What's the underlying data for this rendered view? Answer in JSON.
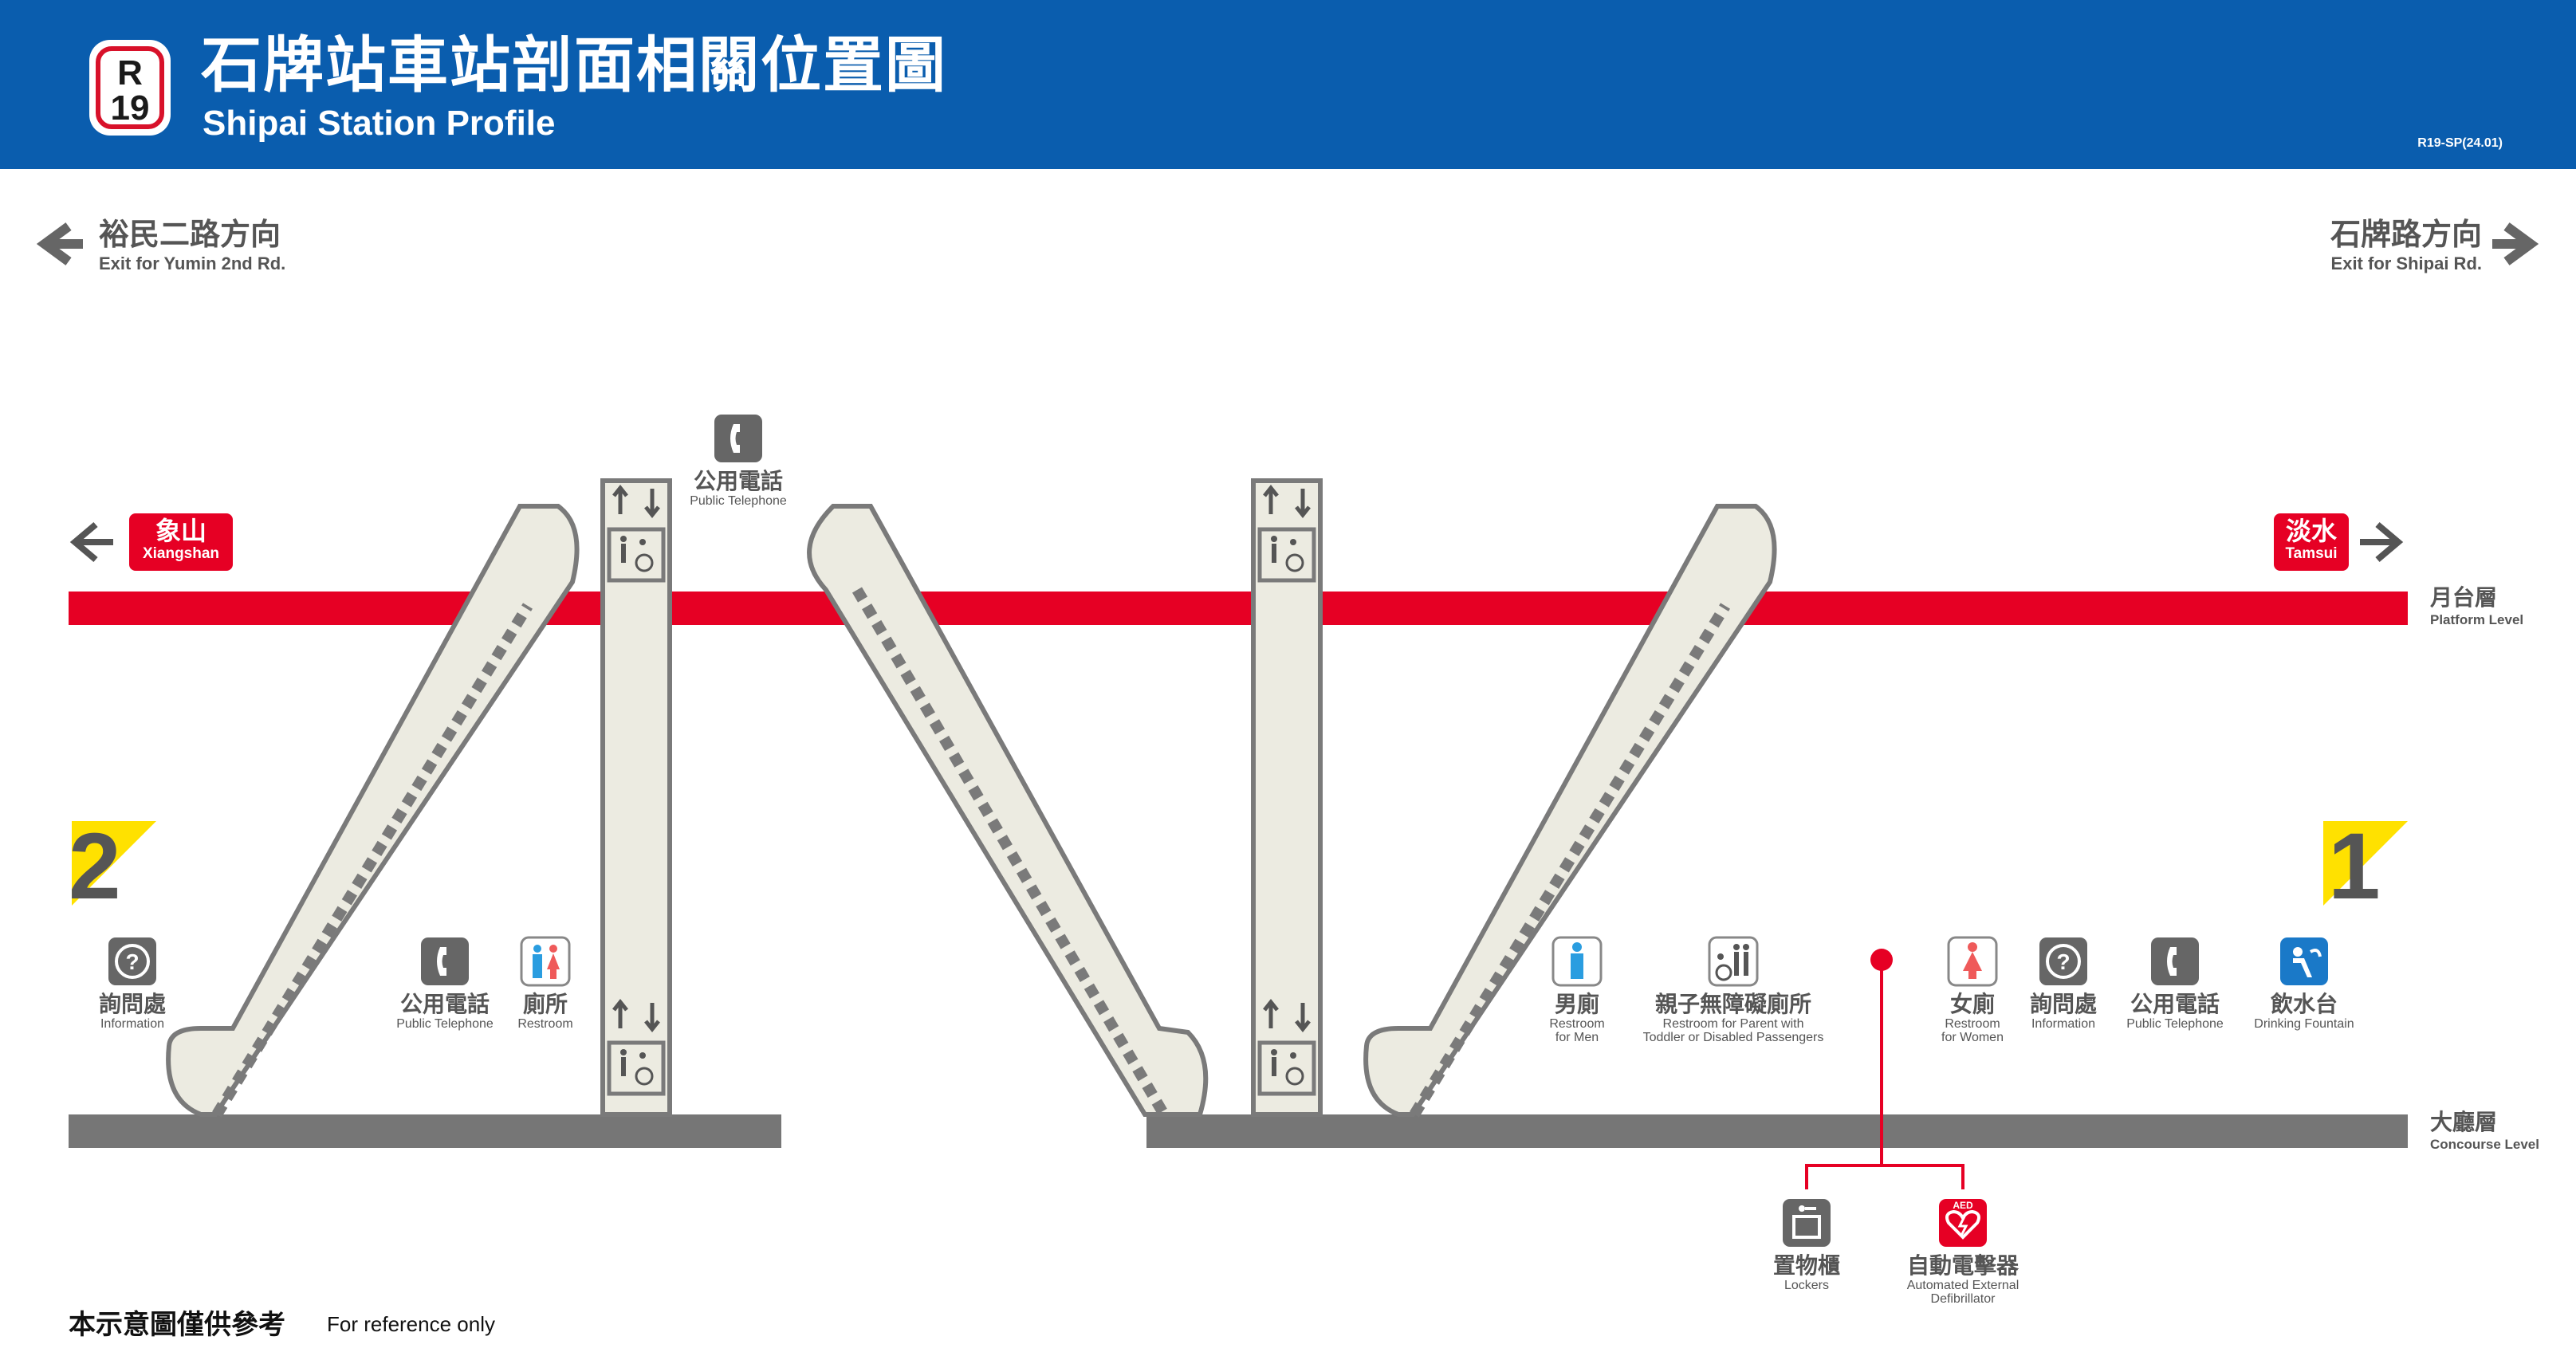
{
  "header": {
    "station_code_line": "R",
    "station_code_number": "19",
    "title_zh": "石牌站車站剖面相關位置圖",
    "title_en": "Shipai Station Profile",
    "doc_code": "R19-SP(24.01)"
  },
  "exits": {
    "left": {
      "zh": "裕民二路方向",
      "en": "Exit for Yumin 2nd Rd."
    },
    "right": {
      "zh": "石牌路方向",
      "en": "Exit for Shipai Rd."
    }
  },
  "directions": {
    "left": {
      "zh": "象山",
      "en": "Xiangshan"
    },
    "right": {
      "zh": "淡水",
      "en": "Tamsui"
    }
  },
  "levels": {
    "platform": {
      "zh": "月台層",
      "en": "Platform Level"
    },
    "concourse": {
      "zh": "大廳層",
      "en": "Concourse Level"
    }
  },
  "exit_numbers": {
    "left": "2",
    "right": "1"
  },
  "facilities": {
    "platform_phone": {
      "zh": "公用電話",
      "en": "Public Telephone",
      "icon": "phone-icon"
    },
    "left_info": {
      "zh": "詢問處",
      "en": "Information",
      "icon": "question-icon"
    },
    "left_phone": {
      "zh": "公用電話",
      "en": "Public Telephone",
      "icon": "phone-icon"
    },
    "left_restroom": {
      "zh": "廁所",
      "en": "Restroom",
      "icon": "restroom-icon"
    },
    "men": {
      "zh": "男廁",
      "en1": "Restroom",
      "en2": "for Men",
      "icon": "men-restroom-icon"
    },
    "family": {
      "zh": "親子無障礙廁所",
      "en1": "Restroom for Parent with",
      "en2": "Toddler or Disabled Passengers",
      "icon": "family-restroom-icon"
    },
    "women": {
      "zh": "女廁",
      "en1": "Restroom",
      "en2": "for Women",
      "icon": "women-restroom-icon"
    },
    "right_info": {
      "zh": "詢問處",
      "en": "Information",
      "icon": "question-icon"
    },
    "right_phone": {
      "zh": "公用電話",
      "en": "Public Telephone",
      "icon": "phone-icon"
    },
    "fountain": {
      "zh": "飲水台",
      "en": "Drinking Fountain",
      "icon": "water-fountain-icon"
    },
    "lockers": {
      "zh": "置物櫃",
      "en": "Lockers",
      "icon": "locker-icon"
    },
    "aed": {
      "zh": "自動電擊器",
      "en1": "Automated External",
      "en2": "Defibrillator",
      "badge": "AED",
      "icon": "aed-icon"
    }
  },
  "footer": {
    "note_zh": "本示意圖僅供參考",
    "note_en": "For reference only"
  },
  "colors": {
    "header_blue": "#0a5dae",
    "line_red": "#e60024",
    "concourse_gray": "#767676",
    "escalator_fill": "#ecebe1",
    "exit_yellow": "#ffe100",
    "restroom_blue": "#2a9de0",
    "restroom_red": "#ef5a5a",
    "fountain_blue": "#1a79c8"
  }
}
